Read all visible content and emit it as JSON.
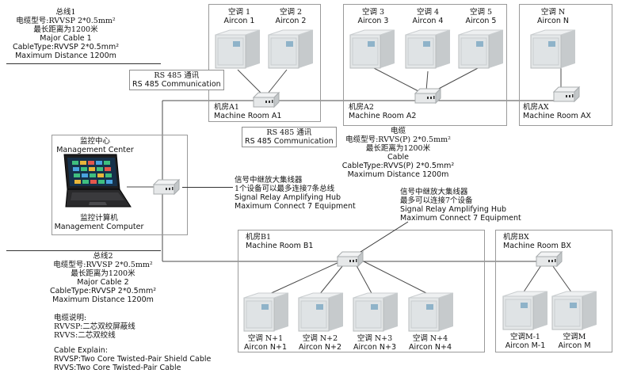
{
  "major_cable_1": {
    "lines": [
      "总线1",
      "电缆型号:RVVSP 2*0.5mm²",
      "最长距离为1200米",
      "Major Cable 1",
      "CableType:RVVSP 2*0.5mm²",
      "Maximum Distance 1200m"
    ]
  },
  "major_cable_2": {
    "lines": [
      "总线2",
      "电缆型号:RVVSP 2*0.5mm²",
      "最长距离为1200米",
      "Major Cable 2",
      "CableType:RVVSP 2*0.5mm²",
      "Maximum Distance 1200m"
    ]
  },
  "rs485_1": {
    "zh": "RS 485 通讯",
    "en": "RS 485 Communication"
  },
  "rs485_2": {
    "zh": "RS 485 通讯",
    "en": "RS 485 Communication"
  },
  "management_center": {
    "zh": "监控中心",
    "en": "Management Center"
  },
  "management_computer": {
    "zh": "监控计算机",
    "en": "Management Computer"
  },
  "cable_a2": {
    "lines": [
      "电缆",
      "电缆型号:RVVS(P) 2*0.5mm²",
      "最长距离为1200米",
      "Cable",
      "CableType:RVVS(P) 2*0.5mm²",
      "Maximum Distance 1200m"
    ]
  },
  "hub_mid": {
    "lines": [
      "信号中继放大集线器",
      "1个设备可以最多连接7条总线",
      "Signal Relay Amplifying Hub",
      "Maximum Connect 7 Equipment"
    ]
  },
  "hub_right": {
    "lines": [
      "信号中继放大集线器",
      "最多可以连接7个设备",
      "Signal Relay Amplifying Hub",
      "Maximum Connect 7 Equipment"
    ]
  },
  "rooms": {
    "a1": {
      "zh": "机房A1",
      "en": "Machine Room A1"
    },
    "a2": {
      "zh": "机房A2",
      "en": "Machine Room A2"
    },
    "ax": {
      "zh": "机房AX",
      "en": "Machine Room AX"
    },
    "b1": {
      "zh": "机房B1",
      "en": "Machine Room B1"
    },
    "bx": {
      "zh": "机房BX",
      "en": "Machine Room BX"
    }
  },
  "aircons": {
    "ac1": {
      "zh": "空调 1",
      "en": "Aircon 1"
    },
    "ac2": {
      "zh": "空调 2",
      "en": "Aircon 2"
    },
    "ac3": {
      "zh": "空调 3",
      "en": "Aircon 3"
    },
    "ac4": {
      "zh": "空调 4",
      "en": "Aircon 4"
    },
    "ac5": {
      "zh": "空调 5",
      "en": "Aircon 5"
    },
    "acn": {
      "zh": "空调 N",
      "en": "Aircon N"
    },
    "acn1": {
      "zh": "空调 N+1",
      "en": "Aircon N+1"
    },
    "acn2": {
      "zh": "空调 N+2",
      "en": "Aircon N+2"
    },
    "acn3": {
      "zh": "空调 N+3",
      "en": "Aircon N+3"
    },
    "acn4": {
      "zh": "空调 N+4",
      "en": "Aircon N+4"
    },
    "acm1": {
      "zh": "空调M-1",
      "en": "Aircon M-1"
    },
    "acm": {
      "zh": "空调M",
      "en": "Aircon M"
    }
  },
  "cable_explain": {
    "lines": [
      "电缆说明:",
      "RVVSP:二芯双绞屏蔽线",
      "RVVS:二芯双绞线",
      "",
      "Cable Explain:",
      "RVVSP:Two Core Twisted-Pair Shield Cable",
      "RVVS:Two Core Twisted-Pair Cable"
    ]
  },
  "colors": {
    "line": "#4a4a4a",
    "box": "#9a9a9a",
    "unit_body": "#e4e7e8",
    "unit_shade": "#c6cacc",
    "panel": "#8fb3c9"
  }
}
